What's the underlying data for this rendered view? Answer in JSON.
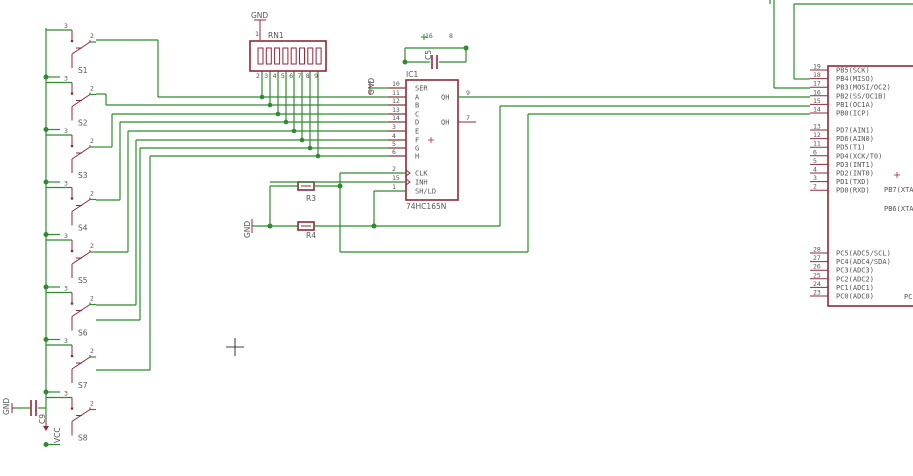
{
  "switches": [
    {
      "name": "S1",
      "pin_top": "3",
      "pin_right": "2"
    },
    {
      "name": "S2",
      "pin_top": "3",
      "pin_right": "2"
    },
    {
      "name": "S3",
      "pin_top": "3",
      "pin_right": "2"
    },
    {
      "name": "S4",
      "pin_top": "3",
      "pin_right": "2"
    },
    {
      "name": "S5",
      "pin_top": "3",
      "pin_right": "2"
    },
    {
      "name": "S6",
      "pin_top": "3",
      "pin_right": "2"
    },
    {
      "name": "S7",
      "pin_top": "3",
      "pin_right": "2"
    },
    {
      "name": "S8",
      "pin_top": "3",
      "pin_right": "2"
    }
  ],
  "rn1": {
    "name": "RN1",
    "gnd": "GND",
    "pin1": "1",
    "bottom_label": "RN1 1 2 3 4 5 6 7 8 9"
  },
  "c5": {
    "name": "C5",
    "pin_plus": "16",
    "pin_8": "8"
  },
  "ic1": {
    "name": "IC1",
    "part": "74HC165N",
    "gnd": "GND",
    "left_pins": [
      {
        "num": "10",
        "label": "SER"
      },
      {
        "num": "11",
        "label": "A"
      },
      {
        "num": "12",
        "label": "B"
      },
      {
        "num": "13",
        "label": "C"
      },
      {
        "num": "14",
        "label": "D"
      },
      {
        "num": "3",
        "label": "E"
      },
      {
        "num": "4",
        "label": "F"
      },
      {
        "num": "5",
        "label": "G"
      },
      {
        "num": "6",
        "label": "H"
      },
      {
        "num": "2",
        "label": "CLK"
      },
      {
        "num": "15",
        "label": "INH"
      },
      {
        "num": "1",
        "label": "SH/LD"
      }
    ],
    "right_pins": [
      {
        "num": "9",
        "label": "QH"
      },
      {
        "num": "7",
        "label": "QH"
      }
    ]
  },
  "resistors": [
    {
      "name": "R3"
    },
    {
      "name": "R4"
    }
  ],
  "gnd_resistors": "GND",
  "c9": {
    "name": "C9",
    "gnd": "GND",
    "vcc": "VCC"
  },
  "mcu": {
    "pins_b": [
      {
        "num": "19",
        "label": "PB5(SCK)"
      },
      {
        "num": "18",
        "label": "PB4(MISO)"
      },
      {
        "num": "17",
        "label": "PB3(MOSI/OC2)"
      },
      {
        "num": "16",
        "label": "PB2(SS/OC1B)"
      },
      {
        "num": "15",
        "label": "PB1(OC1A)"
      },
      {
        "num": "14",
        "label": "PB0(ICP)"
      }
    ],
    "pins_d": [
      {
        "num": "13",
        "label": "PD7(AIN1)"
      },
      {
        "num": "12",
        "label": "PD6(AIN0)"
      },
      {
        "num": "11",
        "label": "PD5(T1)"
      },
      {
        "num": "6",
        "label": "PD4(XCK/T0)"
      },
      {
        "num": "5",
        "label": "PD3(INT1)"
      },
      {
        "num": "4",
        "label": "PD2(INT0)"
      },
      {
        "num": "3",
        "label": "PD1(TXD)"
      },
      {
        "num": "2",
        "label": "PD0(RXD)"
      }
    ],
    "pins_c": [
      {
        "num": "28",
        "label": "PC5(ADC5/SCL)"
      },
      {
        "num": "27",
        "label": "PC4(ADC4/SDA)"
      },
      {
        "num": "26",
        "label": "PC3(ADC3)"
      },
      {
        "num": "25",
        "label": "PC2(ADC2)"
      },
      {
        "num": "24",
        "label": "PC1(ADC1)"
      },
      {
        "num": "23",
        "label": "PC0(ADC0)"
      }
    ],
    "label_pb7": "PB7(XTA",
    "label_pb6": "PB6(XTA",
    "label_pc": "PC"
  }
}
